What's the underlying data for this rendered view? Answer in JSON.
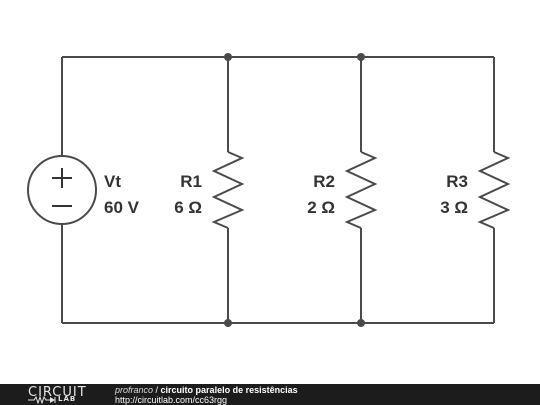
{
  "circuit": {
    "source": {
      "name": "Vt",
      "value": "60 V",
      "plus": "+",
      "minus": "−"
    },
    "resistors": [
      {
        "name": "R1",
        "value": "6 Ω"
      },
      {
        "name": "R2",
        "value": "2 Ω"
      },
      {
        "name": "R3",
        "value": "3 Ω"
      }
    ]
  },
  "footer": {
    "logo_top": "CIRCUIT",
    "logo_bottom": "LAB",
    "author": "profranco",
    "separator": " / ",
    "title": "circuito paralelo de resistências",
    "url": "http://circuitlab.com/cc63rgg"
  },
  "colors": {
    "wire": "#4a4a4a",
    "footer_bg": "#1c1c1c"
  }
}
